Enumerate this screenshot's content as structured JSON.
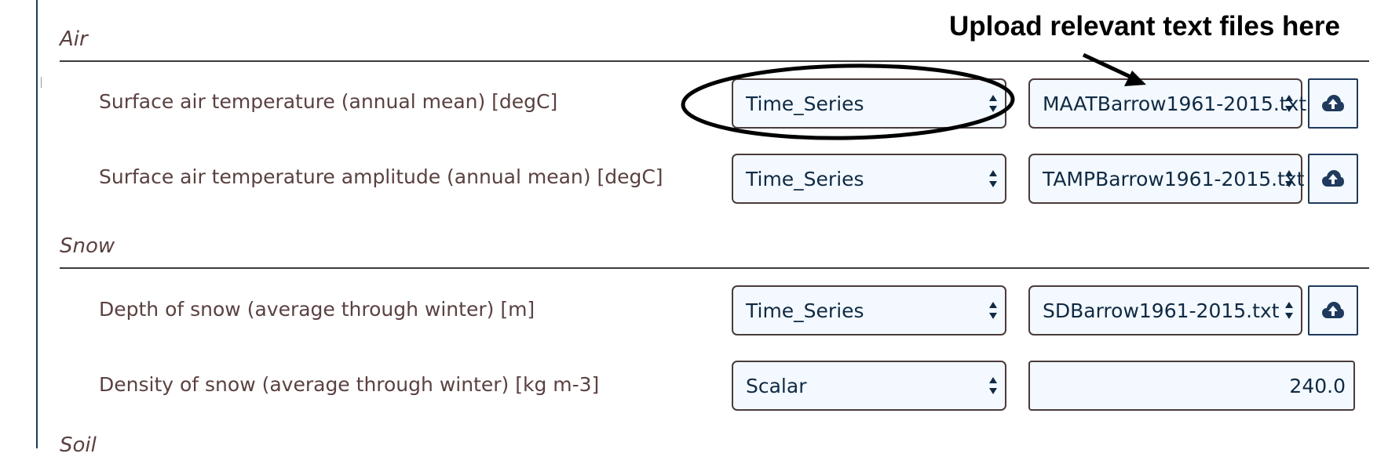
{
  "sections": [
    {
      "title": "Air",
      "rows": [
        {
          "label": "Surface air temperature (annual mean) [degC]",
          "type": "Time_Series",
          "file": "MAATBarrow1961-2015.txt"
        },
        {
          "label": "Surface air temperature amplitude (annual mean) [degC]",
          "type": "Time_Series",
          "file": "TAMPBarrow1961-2015.txt"
        }
      ]
    },
    {
      "title": "Snow",
      "rows": [
        {
          "label": "Depth of snow (average through winter) [m]",
          "type": "Time_Series",
          "file": "SDBarrow1961-2015.txt"
        },
        {
          "label": "Density of snow (average through winter) [kg m-3]",
          "type": "Scalar",
          "value": "240.0"
        }
      ]
    }
  ],
  "next_section_partial": "Soil",
  "annotation": {
    "text": "Upload relevant text files here"
  },
  "icons": {
    "upload": "cloud-upload-icon",
    "select_arrows": "up-down-arrows-icon"
  },
  "colors": {
    "label": "#5a4140",
    "border": "#1f3a5c",
    "field_bg": "#f3f9ff"
  }
}
